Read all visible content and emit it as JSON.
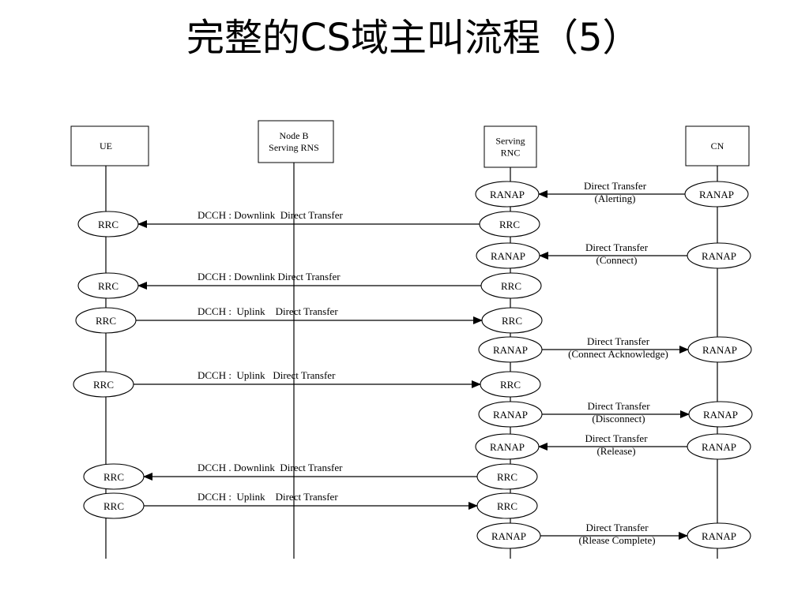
{
  "title": "完整的CS域主叫流程（5）",
  "diagram": {
    "nodes": [
      {
        "id": "ue",
        "lines": [
          "UE"
        ]
      },
      {
        "id": "nodeb",
        "lines": [
          "Node B",
          "Serving RNS"
        ]
      },
      {
        "id": "srnc",
        "lines": [
          "Serving",
          "RNC"
        ]
      },
      {
        "id": "cn",
        "lines": [
          "CN"
        ]
      }
    ],
    "messages": [
      {
        "from": "cn",
        "to": "srnc",
        "from_proto": "RANAP",
        "to_proto": "RANAP",
        "lines": [
          "Direct Transfer",
          "(Alerting)"
        ]
      },
      {
        "from": "srnc",
        "to": "ue",
        "from_proto": "RRC",
        "to_proto": "RRC",
        "lines": [
          "DCCH : Downlink  Direct Transfer"
        ]
      },
      {
        "from": "cn",
        "to": "srnc",
        "from_proto": "RANAP",
        "to_proto": "RANAP",
        "lines": [
          "Direct Transfer",
          "(Connect)"
        ]
      },
      {
        "from": "srnc",
        "to": "ue",
        "from_proto": "RRC",
        "to_proto": "RRC",
        "lines": [
          "DCCH : Downlink Direct Transfer"
        ]
      },
      {
        "from": "ue",
        "to": "srnc",
        "from_proto": "RRC",
        "to_proto": "RRC",
        "lines": [
          "DCCH :  Uplink    Direct Transfer"
        ]
      },
      {
        "from": "srnc",
        "to": "cn",
        "from_proto": "RANAP",
        "to_proto": "RANAP",
        "lines": [
          "Direct Transfer",
          "(Connect Acknowledge)"
        ]
      },
      {
        "from": "ue",
        "to": "srnc",
        "from_proto": "RRC",
        "to_proto": "RRC",
        "lines": [
          "DCCH :  Uplink   Direct Transfer"
        ]
      },
      {
        "from": "srnc",
        "to": "cn",
        "from_proto": "RANAP",
        "to_proto": "RANAP",
        "lines": [
          "Direct Transfer",
          "(Disconnect)"
        ]
      },
      {
        "from": "cn",
        "to": "srnc",
        "from_proto": "RANAP",
        "to_proto": "RANAP",
        "lines": [
          "Direct Transfer",
          "(Release)"
        ]
      },
      {
        "from": "srnc",
        "to": "ue",
        "from_proto": "RRC",
        "to_proto": "RRC",
        "lines": [
          "DCCH . Downlink  Direct Transfer"
        ]
      },
      {
        "from": "ue",
        "to": "srnc",
        "from_proto": "RRC",
        "to_proto": "RRC",
        "lines": [
          "DCCH :  Uplink    Direct Transfer"
        ]
      },
      {
        "from": "srnc",
        "to": "cn",
        "from_proto": "RANAP",
        "to_proto": "RANAP",
        "lines": [
          "Direct Transfer",
          "(Rlease Complete)"
        ]
      }
    ]
  }
}
